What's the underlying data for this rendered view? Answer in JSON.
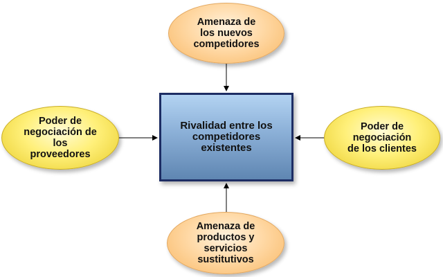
{
  "center": {
    "label": "Rivalidad entre los\ncompetidores\nexistentes"
  },
  "top": {
    "label": "Amenaza de\nlos nuevos\ncompetidores"
  },
  "left": {
    "label": "Poder de\nnegociación de\nlos\nproveedores"
  },
  "right": {
    "label": "Poder de\nnegociación\nde los clientes"
  },
  "bottom": {
    "label": "Amenaza de\nproductos y\nservicios\nsustitutivos"
  },
  "colors": {
    "center_fill": "#8fb3da",
    "center_border": "#1d2d64",
    "top_bottom_fill": "#ffd9a6",
    "left_right_fill": "#fff07a",
    "arrow": "#000000"
  }
}
